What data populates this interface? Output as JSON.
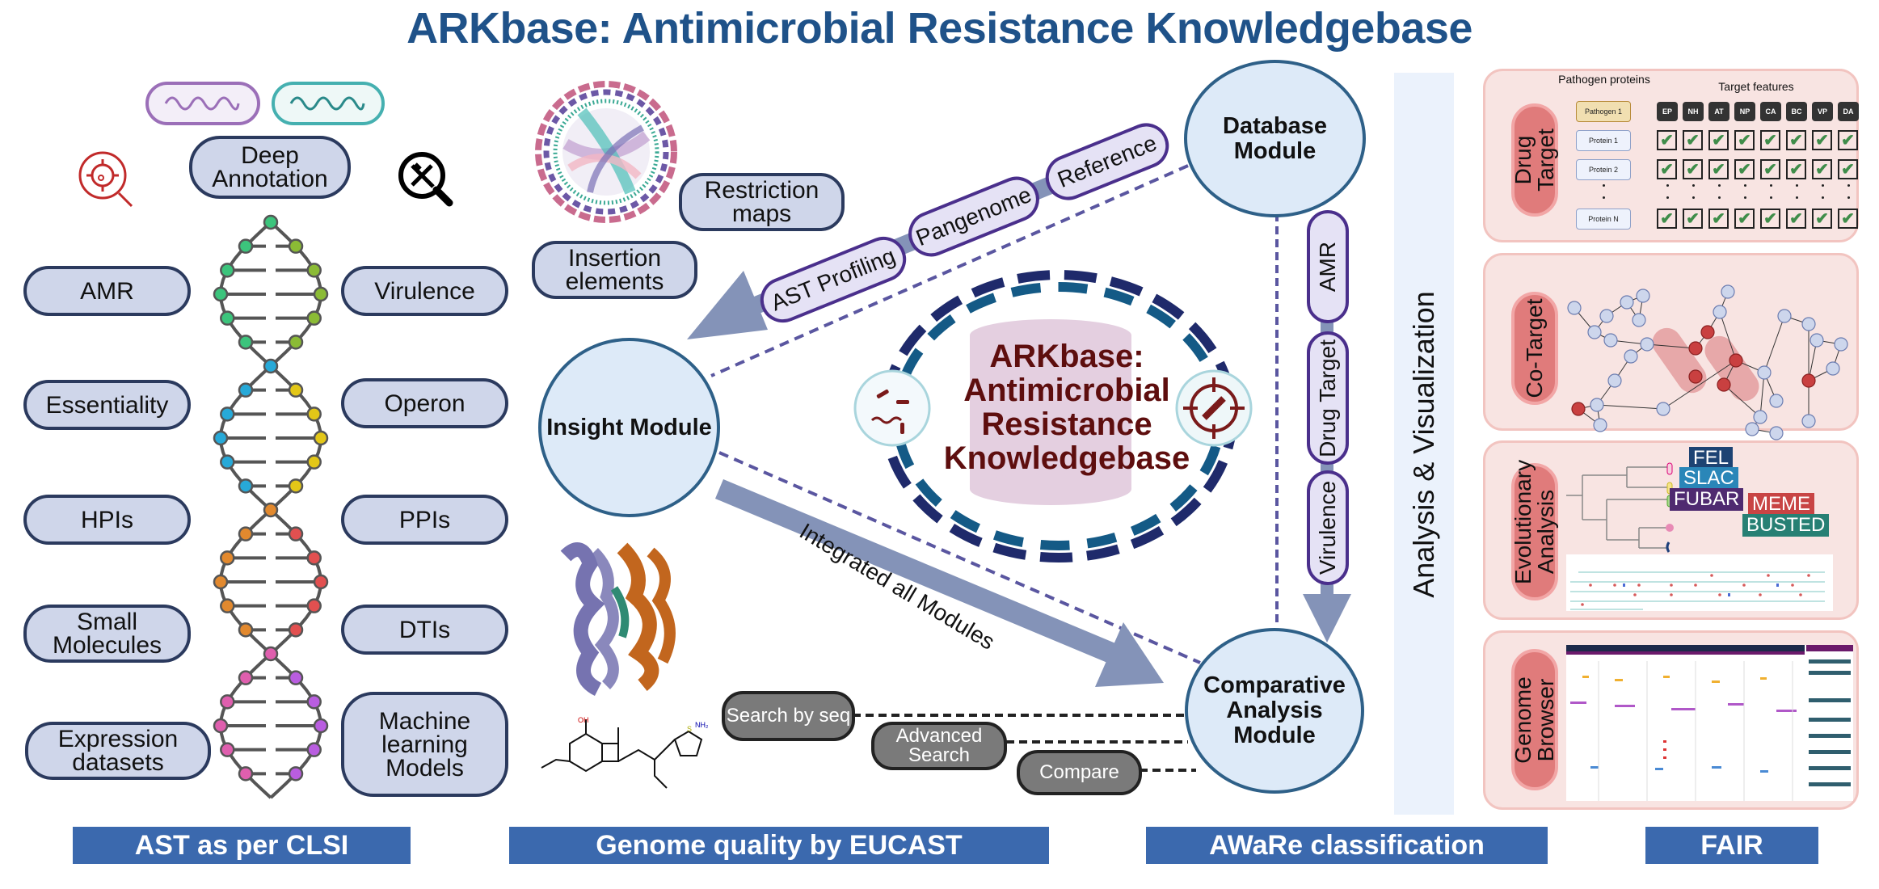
{
  "title": "ARKbase: Antimicrobial Resistance Knowledgebase",
  "left_section": {
    "top_pill": "Deep Annotation",
    "left_pills": [
      "AMR",
      "Essentiality",
      "HPIs",
      "Small Molecules",
      "Expression datasets"
    ],
    "right_pills": [
      "Virulence",
      "Operon",
      "PPIs",
      "DTIs",
      "Machine learning Models"
    ],
    "icons": [
      "bacterium-magnifier-icon",
      "dna-magnifier-icon",
      "bacteria-cell-icon",
      "dna-helix-icon"
    ]
  },
  "middle_section": {
    "feature_pills": [
      "Restriction maps",
      "Insertion elements"
    ],
    "database_chain": [
      "AST Profiling",
      "Pangenome",
      "Reference"
    ],
    "insight_module": "Insight Module",
    "database_module": "Database Module",
    "comparative_module": "Comparative Analysis Module",
    "vertical_chain": [
      "AMR",
      "Drug Target",
      "Virulence"
    ],
    "integrated_label": "Integrated all Modules",
    "center_title": [
      "ARKbase:",
      "Antimicrobial",
      "Resistance",
      "Knowledgebase"
    ],
    "search_tools": [
      "Search by seq",
      "Advanced Search",
      "Compare"
    ],
    "icons": [
      "circos-plot-icon",
      "protein-structure-icon",
      "chemical-structure-icon",
      "database-icon",
      "bacteria-circle-icon",
      "drug-target-icon"
    ]
  },
  "right_section": {
    "side_label": "Analysis & Visualization",
    "panels": [
      {
        "tag": "Drug Target",
        "pathogen_header": "Pathogen proteins",
        "features_header": "Target features",
        "features": [
          "EP",
          "NH",
          "AT",
          "NP",
          "CA",
          "BC",
          "VP",
          "DA"
        ],
        "pathogen": "Pathogen 1",
        "proteins": [
          "Protein 1",
          "Protein 2",
          "Protein N"
        ],
        "checkmark": "✔"
      },
      {
        "tag": "Co-Target"
      },
      {
        "tag": "Evolutionary Analysis",
        "methods": [
          {
            "label": "FEL",
            "color": "#1d4373"
          },
          {
            "label": "SLAC",
            "color": "#2a86b8"
          },
          {
            "label": "FUBAR",
            "color": "#4f2a70"
          },
          {
            "label": "MEME",
            "color": "#c84444"
          },
          {
            "label": "BUSTED",
            "color": "#278074"
          }
        ]
      },
      {
        "tag": "Genome Browser"
      }
    ]
  },
  "banners": [
    "AST as per CLSI",
    "Genome quality by EUCAST",
    "AWaRe classification",
    "FAIR"
  ],
  "colors": {
    "title": "#1f5289",
    "banner": "#3b69ae",
    "pill_fill": "#cfd6ea",
    "module_fill": "#ddeaf8",
    "center_text": "#5e0e0e",
    "arrow": "#8493b8"
  }
}
